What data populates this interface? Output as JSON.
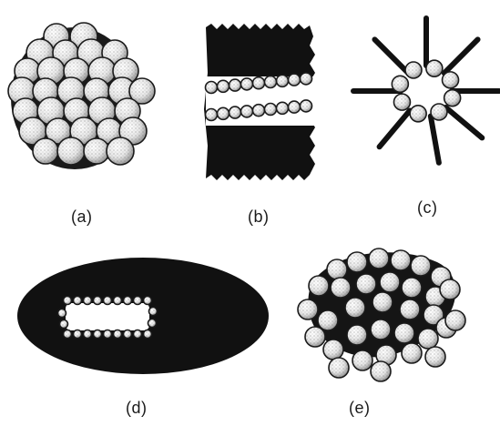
{
  "panels": [
    {
      "id": "a",
      "label": "(a)"
    },
    {
      "id": "b",
      "label": "(b)"
    },
    {
      "id": "c",
      "label": "(c)"
    },
    {
      "id": "d",
      "label": "(d)"
    },
    {
      "id": "e",
      "label": "(e)"
    }
  ],
  "colors": {
    "ink": "#1a1a1a",
    "sphere_fill": "#f4f4f4",
    "sphere_shade": "#9a9a9a",
    "background": "#ffffff"
  }
}
